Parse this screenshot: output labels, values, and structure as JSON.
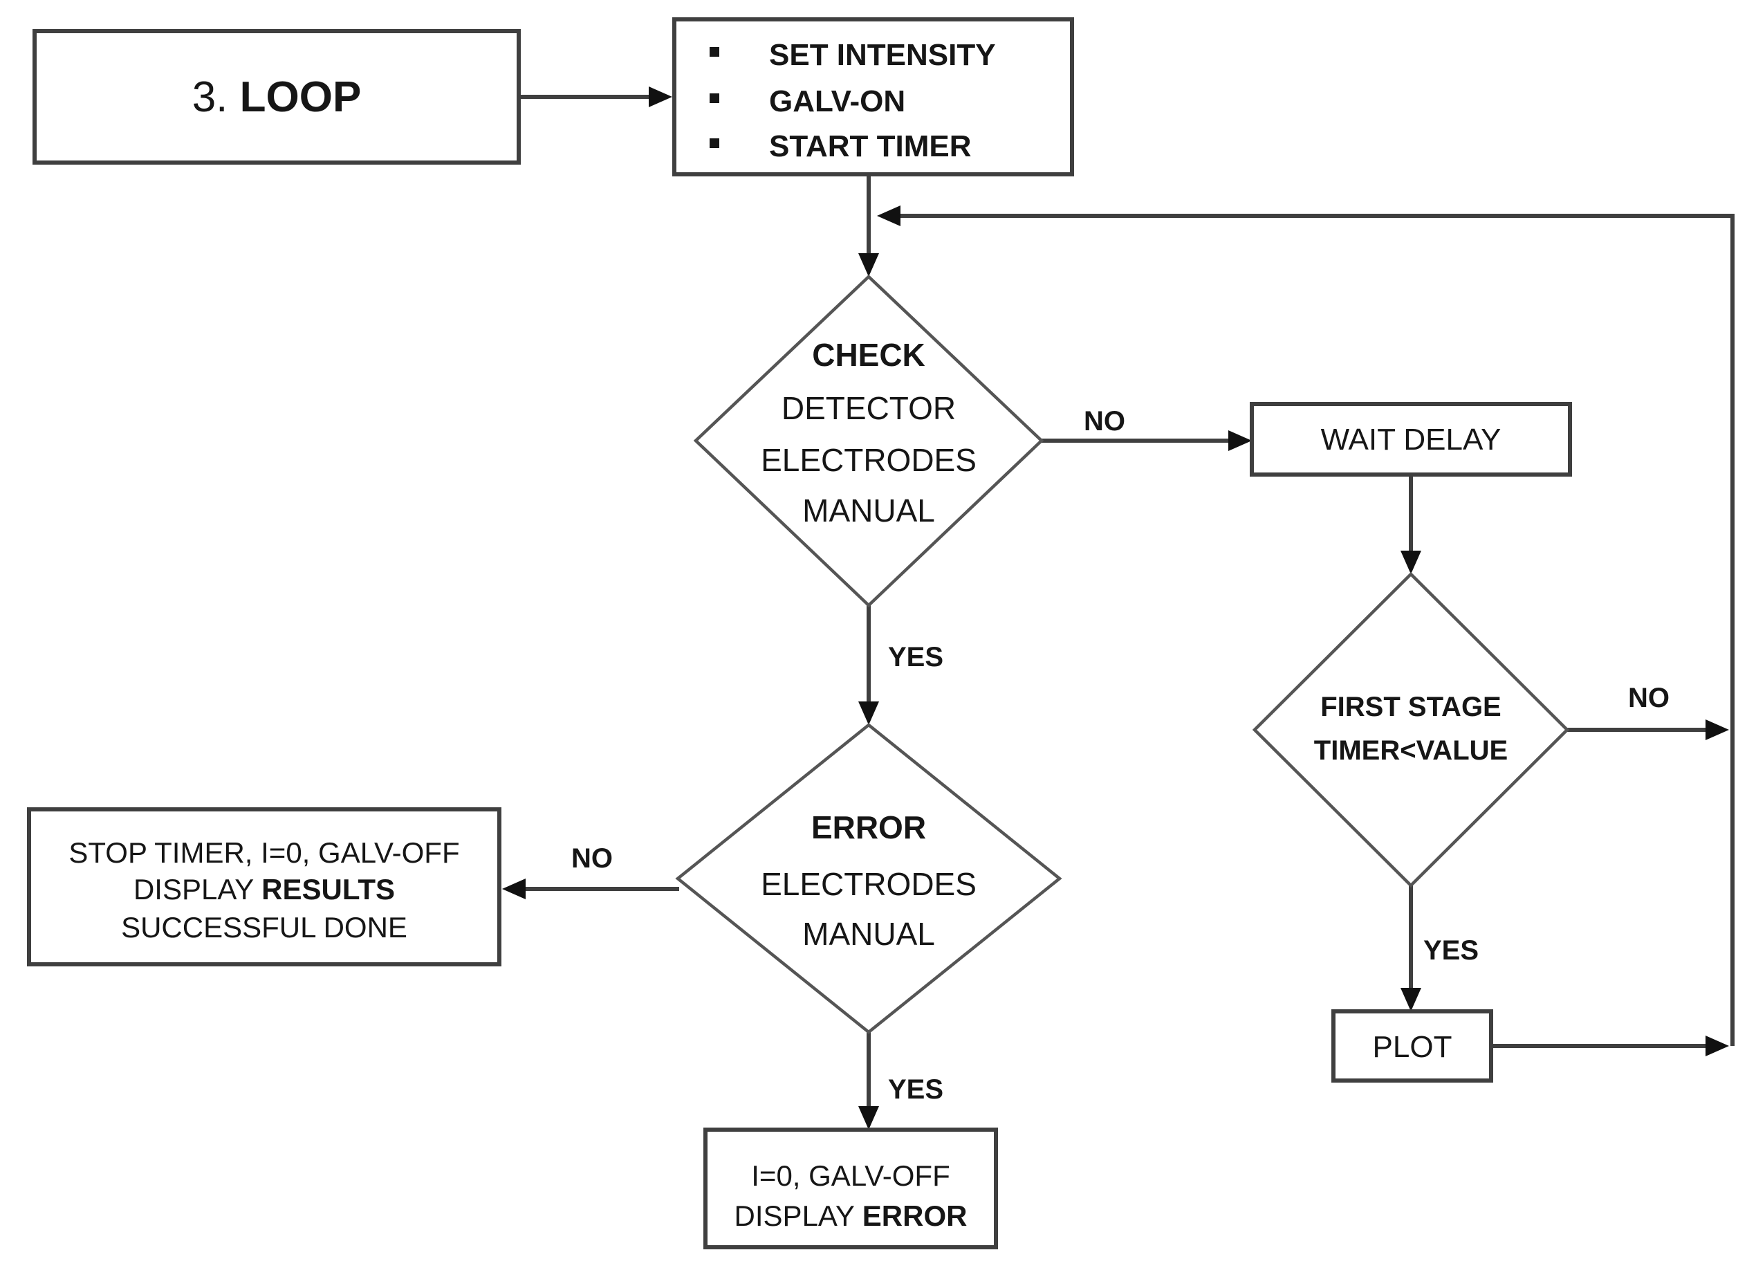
{
  "diagram": {
    "title_node": {
      "prefix": "3. ",
      "title": "LOOP"
    },
    "colors": {
      "background": "#ffffff",
      "line_color": "#3f3f3f",
      "text_color": "#161616"
    },
    "nodes": {
      "steps": {
        "items": [
          "SET INTENSITY",
          "GALV-ON",
          "START TIMER"
        ]
      },
      "check": {
        "title": "CHECK",
        "lines": [
          "DETECTOR",
          "ELECTRODES",
          "MANUAL"
        ]
      },
      "wait": {
        "label": "WAIT DELAY"
      },
      "first_stage": {
        "lines": [
          "FIRST STAGE",
          "TIMER<VALUE"
        ]
      },
      "plot": {
        "label": "PLOT"
      },
      "results": {
        "line1": "STOP TIMER, I=0, GALV-OFF",
        "line2_normal": "DISPLAY ",
        "line2_bold": "RESULTS",
        "line3": "SUCCESSFUL DONE"
      },
      "error_box": {
        "line1": "I=0, GALV-OFF",
        "line2_normal": "DISPLAY ",
        "line2_bold": "ERROR"
      }
    },
    "edges": {
      "check_no": "NO",
      "check_yes": "YES",
      "first_stage_no": "NO",
      "first_stage_yes": "YES",
      "error_no": "NO",
      "error_yes": "YES"
    }
  }
}
